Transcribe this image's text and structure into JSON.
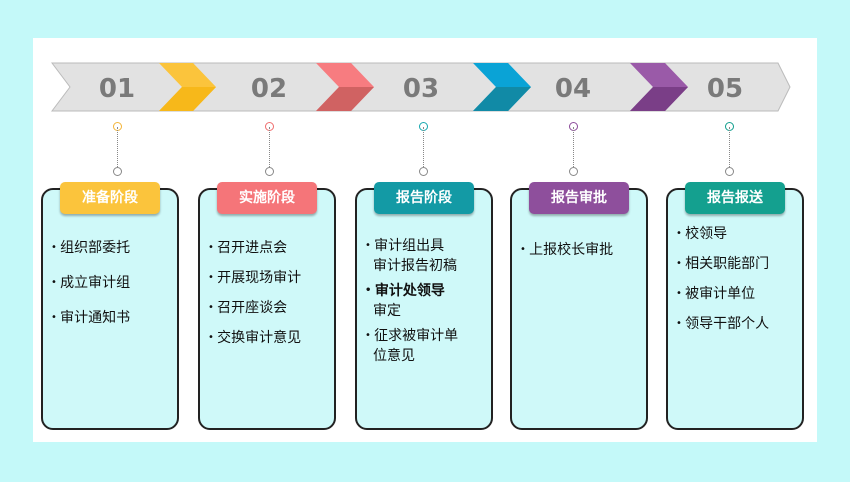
{
  "colors": {
    "yellow": "#fbc43c",
    "pink": "#f57579",
    "teal": "#139aa5",
    "purple": "#8e4f9c",
    "green": "#14a08f"
  },
  "steps": [
    {
      "number": "01",
      "title": "准备阶段",
      "items": [
        "组织部委托",
        "成立审计组",
        "审计通知书"
      ]
    },
    {
      "number": "02",
      "title": "实施阶段",
      "items": [
        "召开进点会",
        "开展现场审计",
        "召开座谈会",
        "交换审计意见"
      ]
    },
    {
      "number": "03",
      "title": "报告阶段",
      "items": [
        {
          "line1": "审计组出具",
          "line2": "审计报告初稿"
        },
        {
          "line1": "审计处领导",
          "line2": "审定"
        },
        {
          "line1": "征求被审计单",
          "line2": "位意见"
        }
      ]
    },
    {
      "number": "04",
      "title": "报告审批",
      "items": [
        "上报校长审批"
      ]
    },
    {
      "number": "05",
      "title": "报告报送",
      "items": [
        "校领导",
        "相关职能部门",
        "被审计单位",
        "领导干部个人"
      ]
    }
  ]
}
